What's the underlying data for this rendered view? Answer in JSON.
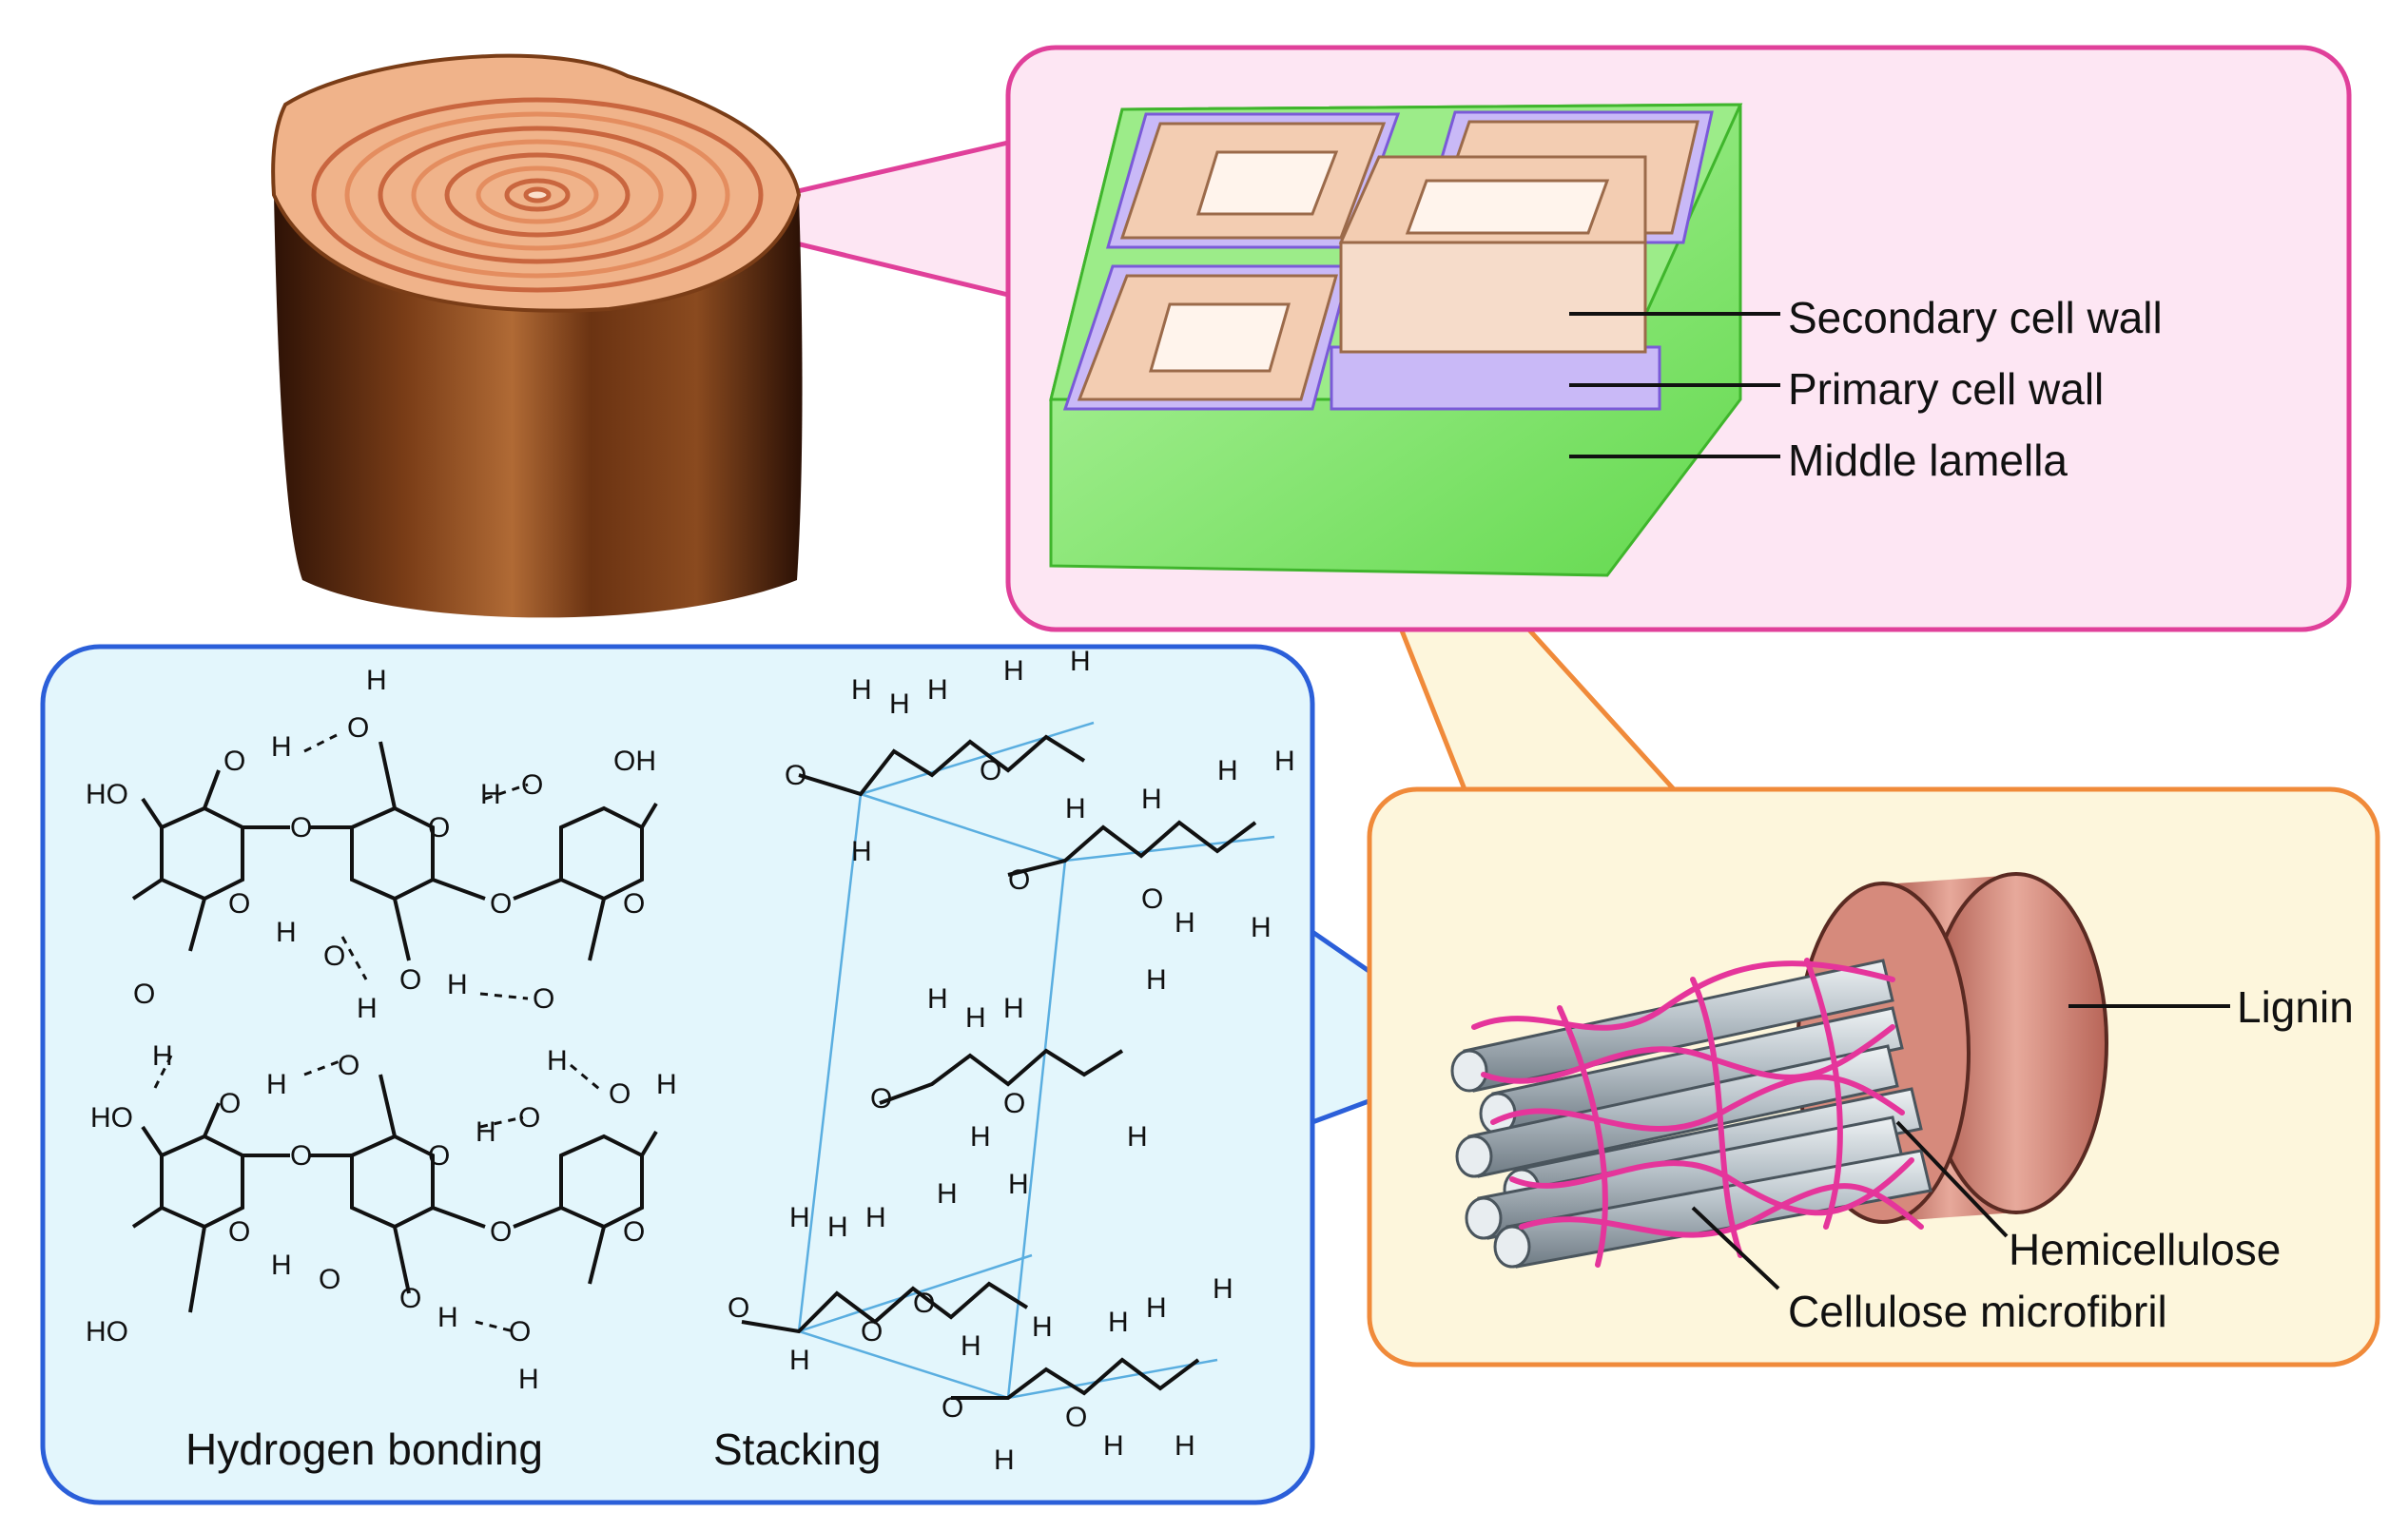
{
  "colors": {
    "cell_panel_border": "#e0409a",
    "cell_panel_fill": "#fde6f3",
    "molecule_panel_border": "#2b5fd9",
    "molecule_panel_fill": "#e3f6fc",
    "fiber_panel_border": "#f08a3a",
    "fiber_panel_fill": "#fdf6dc",
    "middle_lamella": "#8ee87a",
    "primary_wall": "#b9a7f0",
    "secondary_wall": "#f3cdb2",
    "lignin": "#c9776a",
    "hemicellulose": "#e5359b",
    "cellulose": "#c8d0d6",
    "bark": "#5a2d12"
  },
  "cell_wall_labels": {
    "secondary": "Secondary cell wall",
    "primary": "Primary cell wall",
    "middle": "Middle lamella"
  },
  "fiber_labels": {
    "lignin": "Lignin",
    "hemicellulose": "Hemicellulose",
    "cellulose": "Cellulose microfibril"
  },
  "molecule_captions": {
    "hydrogen_bonding": "Hydrogen bonding",
    "stacking": "Stacking"
  },
  "atoms": {
    "H": "H",
    "O": "O",
    "OH": "OH",
    "HO": "HO"
  }
}
